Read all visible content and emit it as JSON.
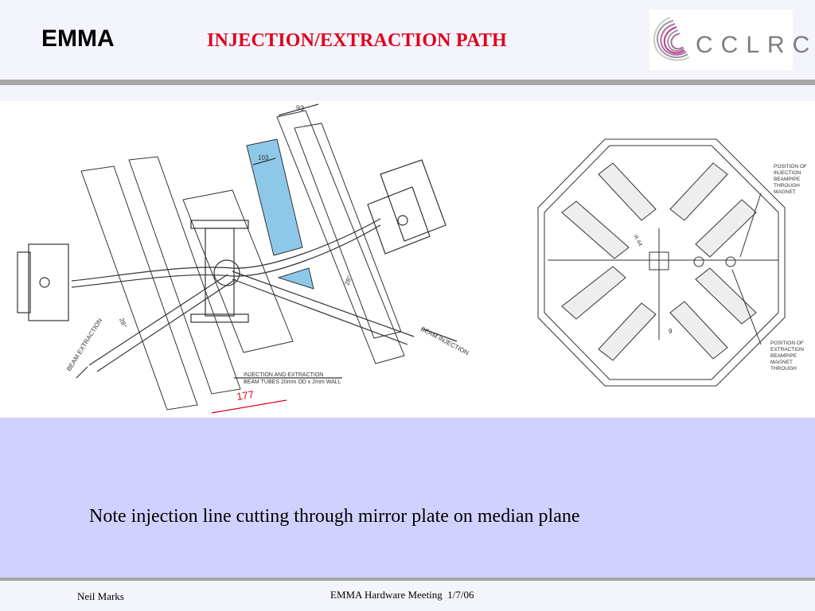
{
  "header": {
    "left_title": "EMMA",
    "title": "INJECTION/EXTRACTION PATH",
    "logo_text": "CCLRC"
  },
  "drawing": {
    "dim_93": "93",
    "dim_103": "103",
    "dim_28_right": "28°",
    "dim_28_left": "28°",
    "beam_extraction": "BEAM EXTRACTION",
    "beam_injection": "BEAM INJECTION",
    "tubes_line1": "INJECTION AND EXTRACTION",
    "tubes_line2": "BEAM TUBES 20mm OD x 2mm WALL",
    "dim_177": "177",
    "oct_r44": "R 44",
    "oct_9": "9",
    "inj_label": [
      "POSITION OF",
      "INJECTION",
      "BEAMPIPE",
      "THROUGH",
      "MAGNET"
    ],
    "ext_label": [
      "POSITION OF",
      "EXTRACTION",
      "BEAMPIPE",
      "MAGNET",
      "THROUGH"
    ]
  },
  "note": "Note injection line cutting through mirror plate on median plane",
  "footer": {
    "author": "Neil Marks",
    "meeting": "EMMA Hardware Meeting  1/7/06"
  },
  "colors": {
    "title_red": "#e0001b",
    "note_bg": "#d1d1ff",
    "highlight_blue": "#8ec8e8"
  }
}
